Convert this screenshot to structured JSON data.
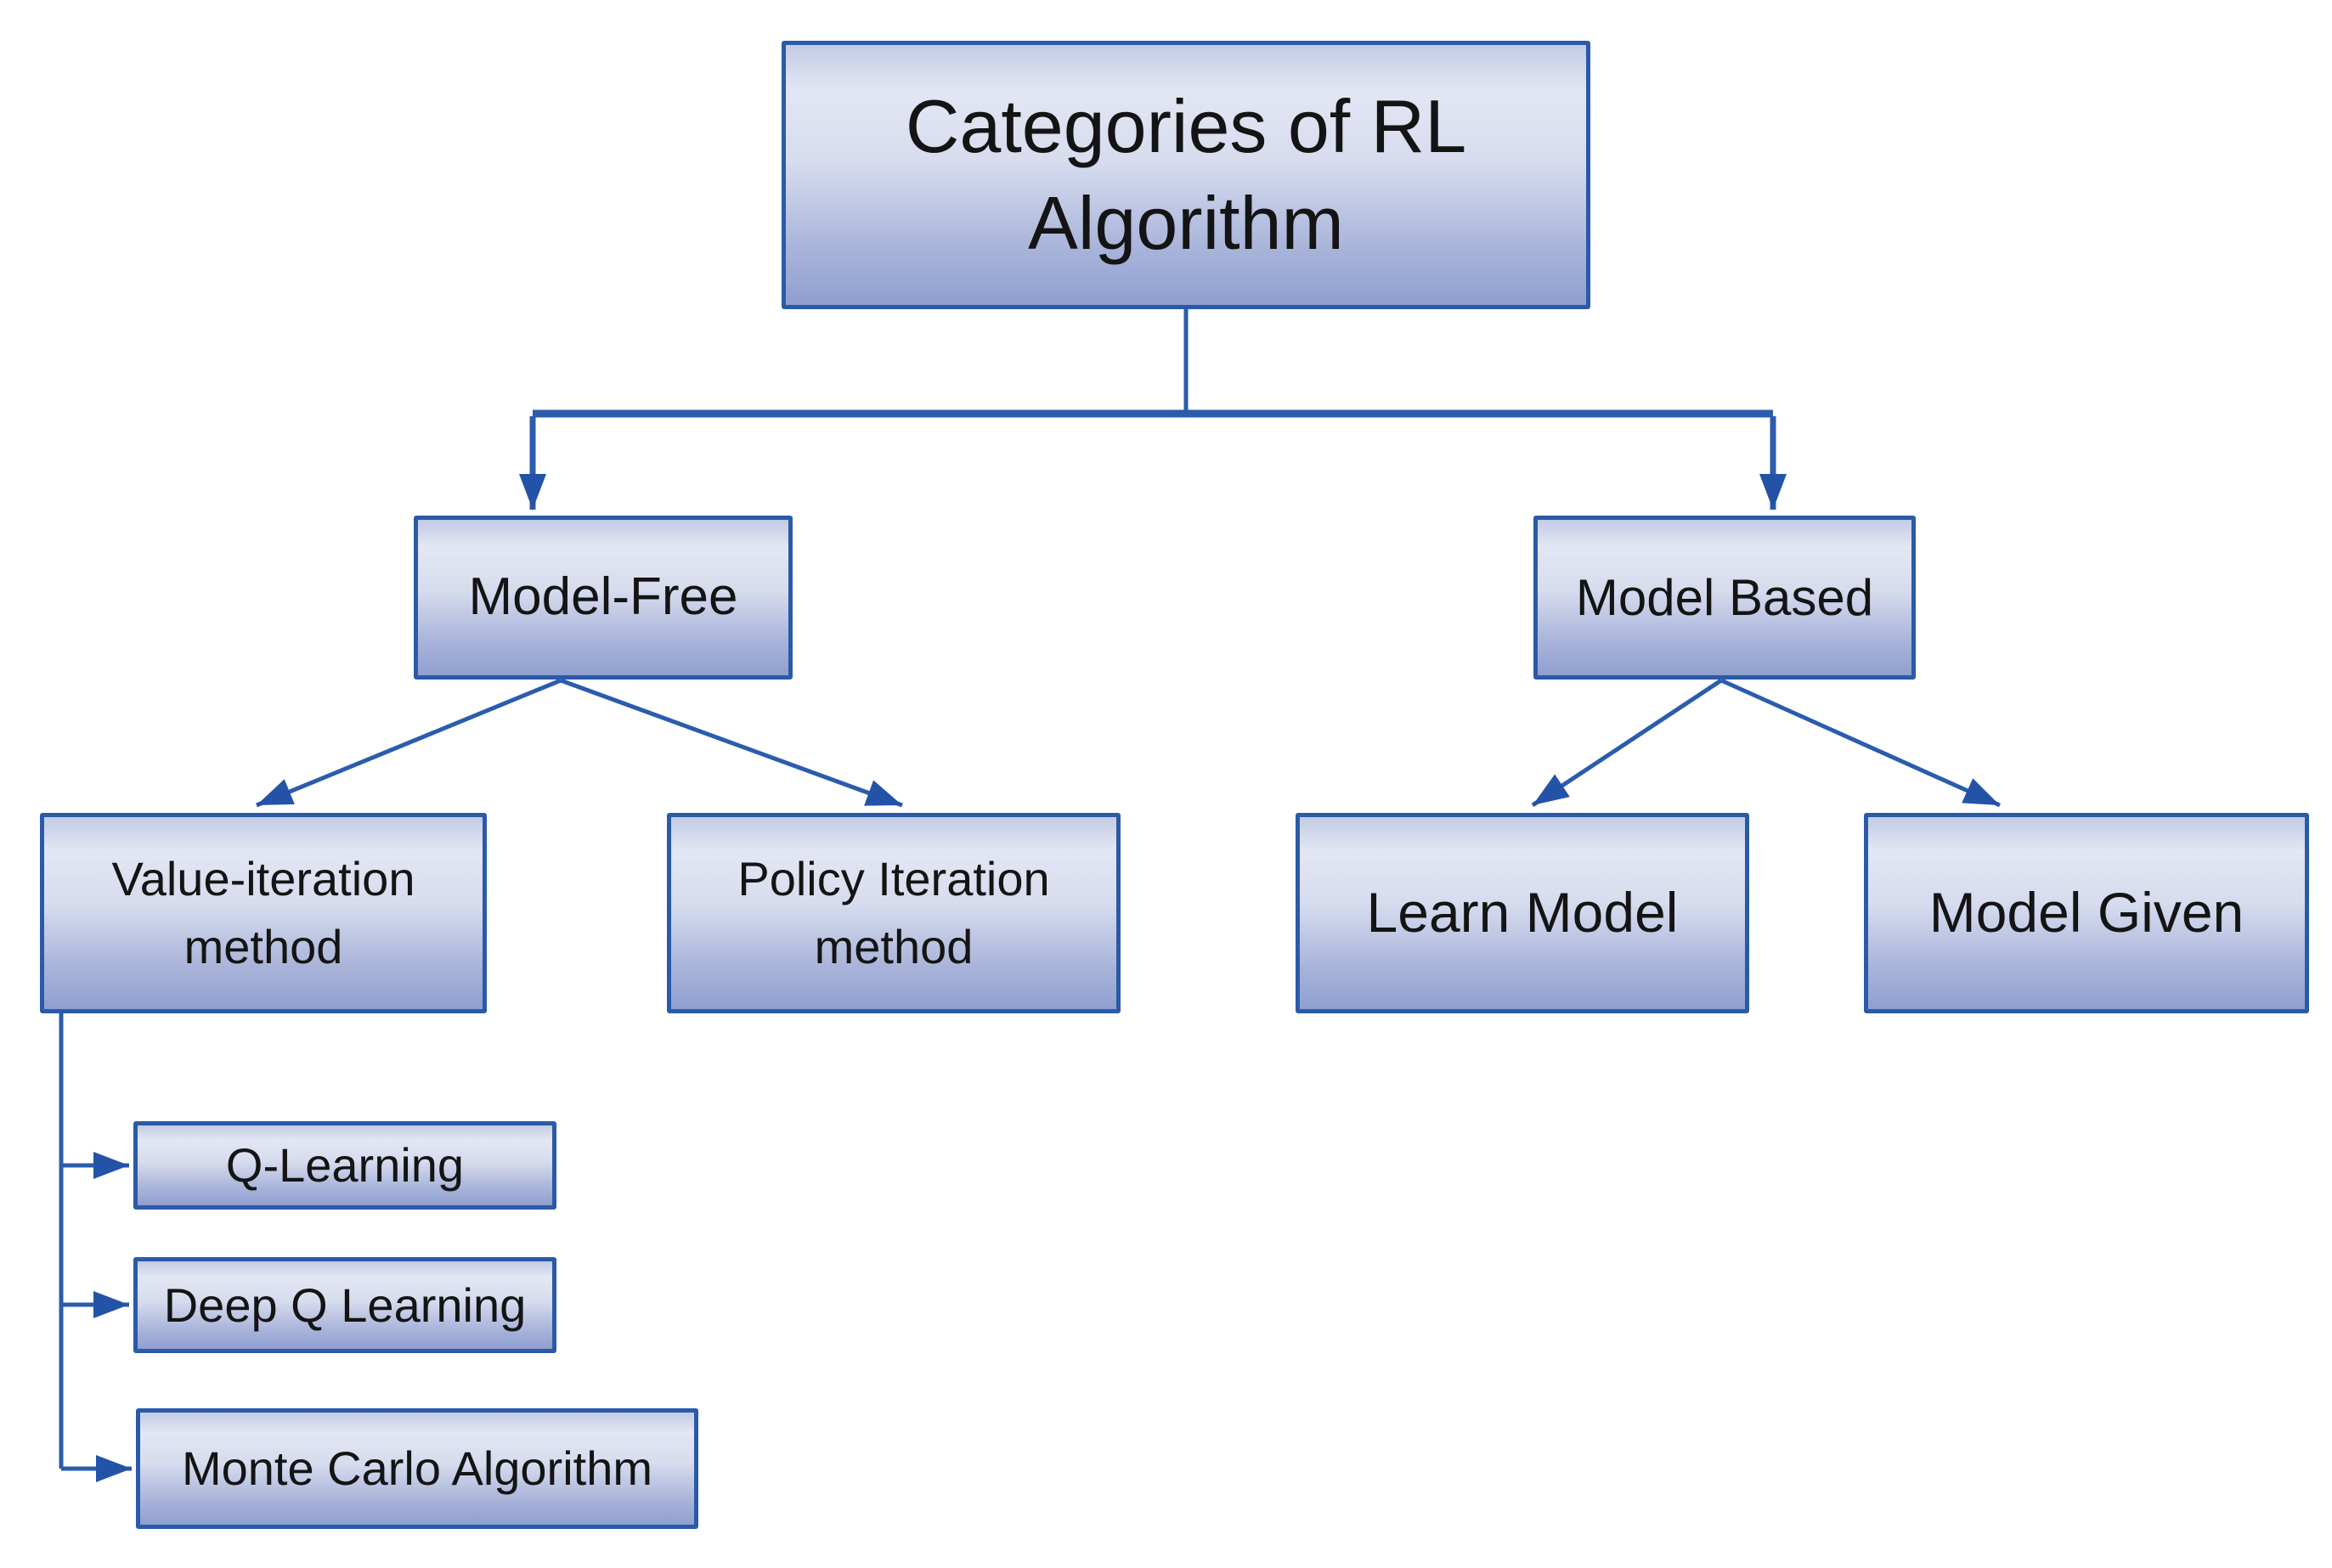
{
  "figure": {
    "type": "flowchart",
    "title": "Categories of RL Algorithm"
  },
  "nodes": [
    {
      "id": "root",
      "label": "Categories of RL Algorithm"
    },
    {
      "id": "model-free",
      "label": "Model-Free"
    },
    {
      "id": "model-based",
      "label": "Model Based"
    },
    {
      "id": "value-iteration",
      "label": "Value-iteration method"
    },
    {
      "id": "policy-iteration",
      "label": "Policy Iteration method"
    },
    {
      "id": "learn-model",
      "label": "Learn Model"
    },
    {
      "id": "model-given",
      "label": "Model Given"
    },
    {
      "id": "q-learning",
      "label": "Q-Learning"
    },
    {
      "id": "deep-q-learning",
      "label": "Deep Q Learning"
    },
    {
      "id": "monte-carlo",
      "label": "Monte Carlo Algorithm"
    }
  ],
  "edges": [
    {
      "from": "Categories of RL Algorithm",
      "to": "Model-Free"
    },
    {
      "from": "Categories of RL Algorithm",
      "to": "Model Based"
    },
    {
      "from": "Model-Free",
      "to": "Value-iteration method"
    },
    {
      "from": "Model-Free",
      "to": "Policy Iteration method"
    },
    {
      "from": "Model Based",
      "to": "Learn Model"
    },
    {
      "from": "Model Based",
      "to": "Model Given"
    },
    {
      "from": "Value-iteration method",
      "to": "Q-Learning"
    },
    {
      "from": "Value-iteration method",
      "to": "Deep Q Learning"
    },
    {
      "from": "Value-iteration method",
      "to": "Monte Carlo Algorithm"
    }
  ],
  "colors": {
    "box_border": "#2a5aa8",
    "connector": "#2b5cad",
    "arrowhead": "#2253a6",
    "text": "#141414",
    "background": "#ffffff",
    "box_grad_0": "#c3cbe4",
    "box_grad_1": "#e3e6f3",
    "box_grad_2": "#d7dcee",
    "box_grad_3": "#a9b4da",
    "box_grad_4": "#8f9fcf"
  }
}
